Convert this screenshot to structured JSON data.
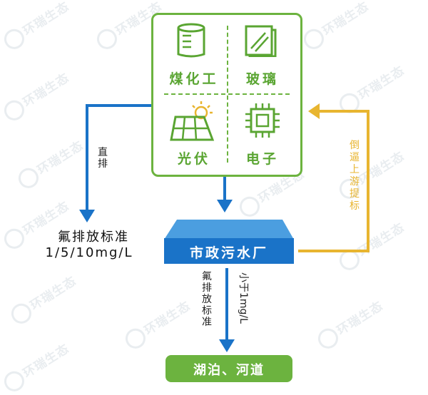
{
  "watermark": {
    "text": "环瑞生态"
  },
  "industries": {
    "coal_chemical": "煤化工",
    "glass": "玻璃",
    "photovoltaic": "光伏",
    "electronics": "电子"
  },
  "direct_discharge": {
    "label": "直排",
    "standard_title": "氟排放标准",
    "standard_values": "1/5/10mg/L"
  },
  "municipal_plant": {
    "label": "市政污水厂"
  },
  "plant_outflow": {
    "standard_label": "氟排放标准",
    "limit_label": "小于1mg/L"
  },
  "feedback": {
    "label": "倒逼上游提标"
  },
  "destination": {
    "label": "湖泊、河道"
  },
  "icons": [
    "beaker-icon",
    "glass-pane-icon",
    "solar-panel-icon",
    "chip-icon"
  ],
  "colors": {
    "green": "#6cb33f",
    "blue": "#1a73c8",
    "gold": "#e8b530"
  }
}
